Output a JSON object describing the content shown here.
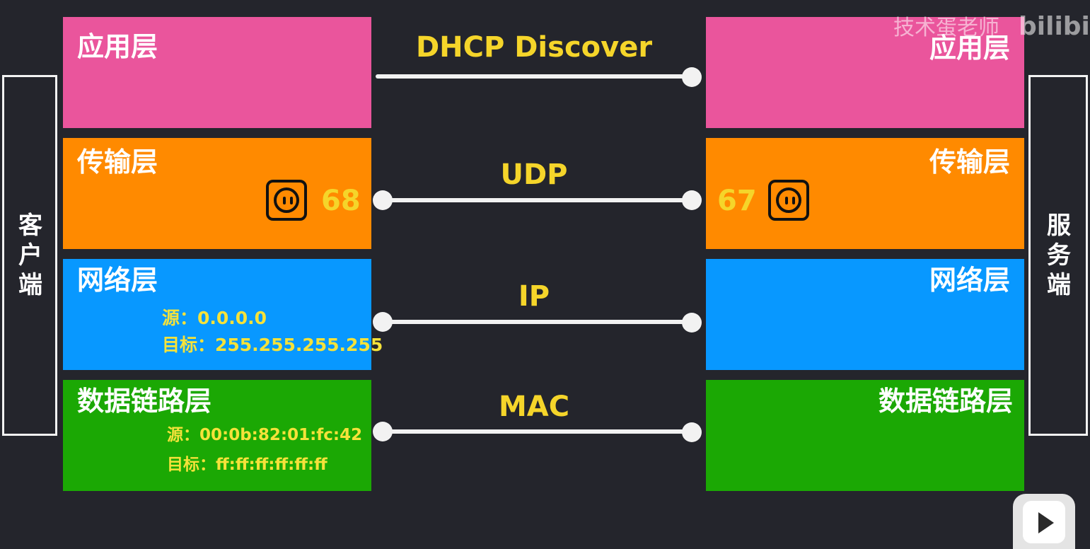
{
  "client": {
    "label": "客\n户\n端"
  },
  "server": {
    "label": "服\n务\n端"
  },
  "links": [
    {
      "protocol": "DHCP Discover"
    },
    {
      "protocol": "UDP"
    },
    {
      "protocol": "IP"
    },
    {
      "protocol": "MAC"
    }
  ],
  "client_layers": {
    "application": {
      "title": "应用层",
      "color": "#ea559c"
    },
    "transport": {
      "title": "传输层",
      "color": "#ff8a00",
      "port": "68",
      "port_icon": "socket-icon"
    },
    "network": {
      "title": "网络层",
      "color": "#0898ff",
      "src": "源：0.0.0.0",
      "dst": "目标：255.255.255.255"
    },
    "datalink": {
      "title": "数据链路层",
      "color": "#1ba804",
      "src": "源：00:0b:82:01:fc:42",
      "dst": "目标：ff:ff:ff:ff:ff:ff"
    }
  },
  "server_layers": {
    "application": {
      "title": "应用层",
      "color": "#ea559c"
    },
    "transport": {
      "title": "传输层",
      "color": "#ff8a00",
      "port": "67",
      "port_icon": "socket-icon"
    },
    "network": {
      "title": "网络层",
      "color": "#0898ff"
    },
    "datalink": {
      "title": "数据链路层",
      "color": "#1ba804"
    }
  },
  "watermark": {
    "text": "技术蛋老师",
    "brand": "bilibili"
  },
  "icons": {
    "app_logo": "bilibili-tv-icon"
  }
}
